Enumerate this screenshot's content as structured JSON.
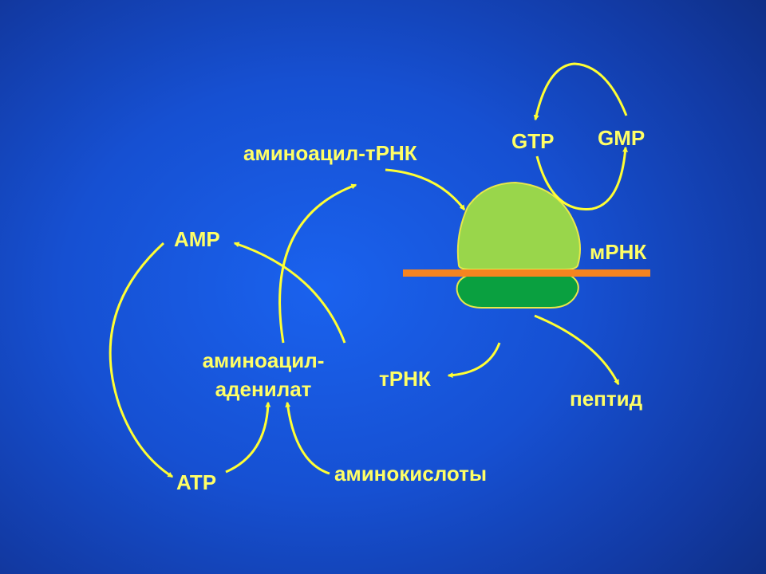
{
  "labels": {
    "aminoacyl_trna": "аминоацил-тРНК",
    "gtp": "GTP",
    "gmp": "GMP",
    "amp": "AMP",
    "mrna": "мРНК",
    "aminoacyl_adenylate_line1": "аминоацил-",
    "aminoacyl_adenylate_line2": "аденилат",
    "trna": "тРНК",
    "peptide": "пептид",
    "atp": "ATP",
    "amino_acids": "аминокислоты"
  },
  "colors": {
    "arrow": "#ffff33",
    "label": "#ffff66",
    "ribosome_large": "#99d64b",
    "ribosome_small": "#0aa040",
    "mrna_strand": "#f58420",
    "outline": "#e8e84a"
  }
}
